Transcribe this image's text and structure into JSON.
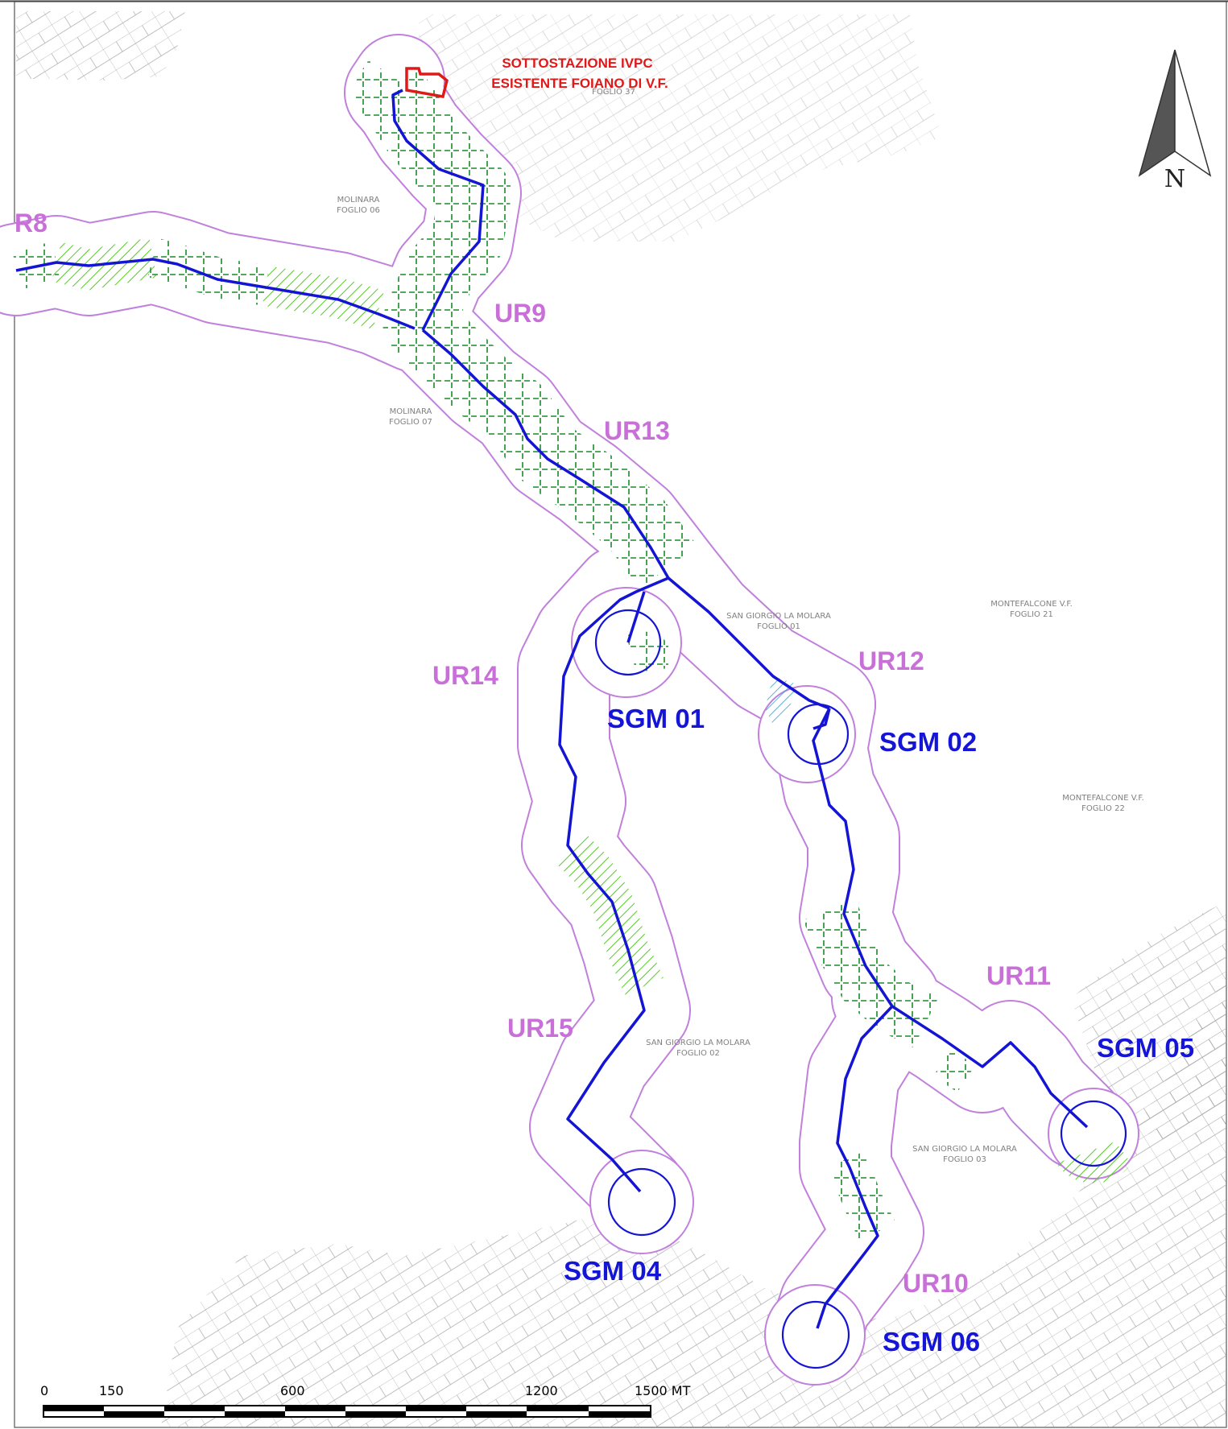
{
  "substation": {
    "line1": "SOTTOSTAZIONE IVPC",
    "line2": "ESISTENTE FOIANO DI V.F."
  },
  "north_arrow": {
    "letter": "N"
  },
  "routes": [
    {
      "id": "ur8",
      "label": "R8"
    },
    {
      "id": "ur9",
      "label": "UR9"
    },
    {
      "id": "ur13",
      "label": "UR13"
    },
    {
      "id": "ur12",
      "label": "UR12"
    },
    {
      "id": "ur14",
      "label": "UR14"
    },
    {
      "id": "ur15",
      "label": "UR15"
    },
    {
      "id": "ur11",
      "label": "UR11"
    },
    {
      "id": "ur10",
      "label": "UR10"
    }
  ],
  "turbines": [
    {
      "id": "sgm01",
      "label": "SGM 01"
    },
    {
      "id": "sgm02",
      "label": "SGM 02"
    },
    {
      "id": "sgm04",
      "label": "SGM 04"
    },
    {
      "id": "sgm05",
      "label": "SGM 05"
    },
    {
      "id": "sgm06",
      "label": "SGM 06"
    }
  ],
  "cadastral_labels": [
    {
      "id": "molinara06",
      "lines": [
        "MOLINARA",
        "FOGLIO 06"
      ]
    },
    {
      "id": "molinara07",
      "lines": [
        "MOLINARA",
        "FOGLIO 07"
      ]
    },
    {
      "id": "sangiorgio01",
      "lines": [
        "SAN GIORGIO LA MOLARA",
        "FOGLIO 01"
      ]
    },
    {
      "id": "montefalcone21",
      "lines": [
        "MONTEFALCONE V.F.",
        "FOGLIO 21"
      ]
    },
    {
      "id": "montefalcone22",
      "lines": [
        "MONTEFALCONE V.F.",
        "FOGLIO 22"
      ]
    },
    {
      "id": "sangiorgio02",
      "lines": [
        "SAN GIORGIO LA MOLARA",
        "FOGLIO 02"
      ]
    },
    {
      "id": "sangiorgio03",
      "lines": [
        "SAN GIORGIO LA MOLARA",
        "FOGLIO 03"
      ]
    },
    {
      "id": "foglio37",
      "lines": [
        "FOGLIO 37"
      ]
    }
  ],
  "scale_bar": {
    "ticks": [
      "0",
      "150",
      "600",
      "1200",
      "1500 MT"
    ]
  },
  "colors": {
    "cable": "#1414d4",
    "buffer": "#c080dc",
    "hatch_green": "#55cc22",
    "grid_green": "#1a8a2a",
    "hatch_cyan": "#2aa0d0",
    "substation": "#e01818",
    "route_label": "#c86fd8"
  }
}
